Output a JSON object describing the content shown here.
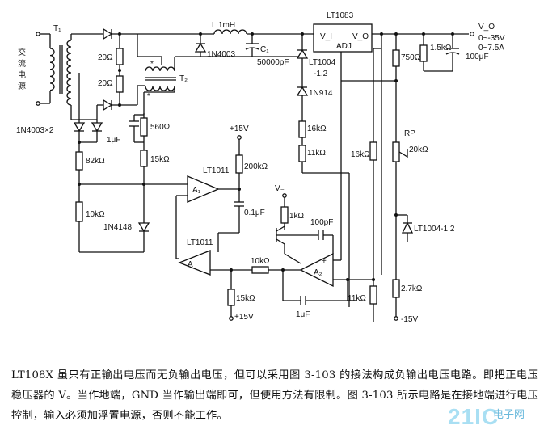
{
  "schematic": {
    "labels": {
      "t1": "T₁",
      "t2": "T₂",
      "ac_source": "交流电源",
      "inductor": "L 1mH",
      "reg_name": "LT1083",
      "reg_vi": "V_I",
      "reg_vo": "V_O",
      "reg_adj": "ADJ",
      "vo": "V_O",
      "vo_range1": "0~-35V",
      "vo_range2": "0~7.5A",
      "d_1n4003_bridge": "1N4003×2",
      "d_1n4003": "1N4003",
      "r20a": "20Ω",
      "r20b": "20Ω",
      "r560": "560Ω",
      "c1uf_a": "1μF",
      "plus15v_a": "+15V",
      "c1": "C₁",
      "c1_val": "50000pF",
      "lt1004_a1": "LT1004",
      "lt1004_a2": "-1.2",
      "d_1n914": "1N914",
      "r16k_a": "16kΩ",
      "r11k_a": "11kΩ",
      "r200k": "200kΩ",
      "lt1011_a": "LT1011",
      "a1": "A₁",
      "r82k": "82kΩ",
      "r15k_a": "15kΩ",
      "r10k_a": "10kΩ",
      "d_1n4148": "1N4148",
      "c01uf": "0.1μF",
      "v_minus": "V₋",
      "r1k": "1kΩ",
      "c100pf": "100pF",
      "lt1011_b": "LT1011",
      "a2": "A₂",
      "r10k_b": "10kΩ",
      "r15k_b": "15kΩ",
      "plus15v_b": "+15V",
      "c1uf_b": "1μF",
      "r11k_b": "11kΩ",
      "r16k_b": "16kΩ",
      "r750": "750Ω",
      "r1_5k": "1.5kΩ",
      "c100uf": "100μF",
      "rp": "RP",
      "rp20k": "20kΩ",
      "lt1004_b": "LT1004-1.2",
      "r2_7k": "2.7kΩ",
      "minus15v": "-15V"
    }
  },
  "caption": "LT108X 虽只有正输出电压而无负输出电压，但可以采用图 3-103 的接法构成负输出电压电路。即把正电压稳压器的 V。当作地端，GND 当作输出端即可，但使用方法有限制。图 3-103 所示电路是在接地端进行电压控制，输入必须加浮置电源，否则不能工作。",
  "watermark": {
    "main": "21IC",
    "sub": "电子网"
  }
}
